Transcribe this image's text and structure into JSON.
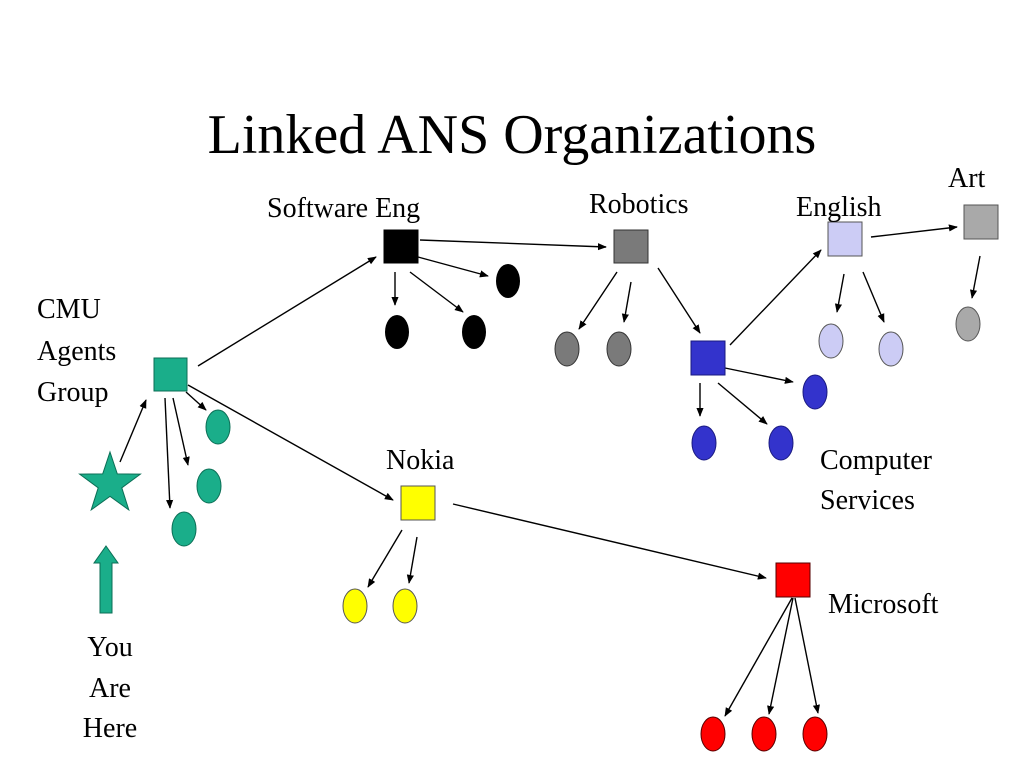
{
  "title": "Linked ANS Organizations",
  "labels": {
    "software_eng": "Software Eng",
    "robotics": "Robotics",
    "english": "English",
    "art": "Art",
    "cmu_line1": "CMU",
    "cmu_line2": "Agents",
    "cmu_line3": "Group",
    "nokia": "Nokia",
    "computer_line1": "Computer",
    "computer_line2": "Services",
    "microsoft": "Microsoft",
    "you_line1": "You",
    "you_line2": "Are",
    "you_line3": "Here"
  },
  "colors": {
    "cmu": "#1aae8a",
    "cmu_border": "#0b6e55",
    "software_eng": "#000000",
    "robotics": "#7a7a7a",
    "computer_services": "#3333cc",
    "english": "#ccccf5",
    "art": "#a9a9a9",
    "nokia": "#ffff00",
    "microsoft": "#ff0000"
  }
}
